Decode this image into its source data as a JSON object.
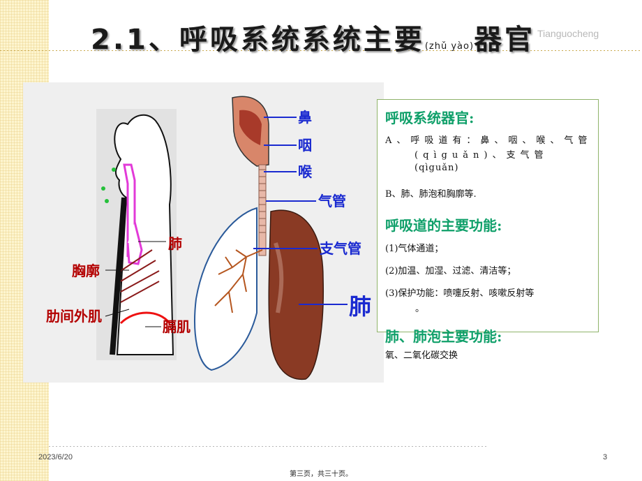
{
  "slide": {
    "title_main": "2.1、呼吸系统系统主要",
    "title_pinyin": "(zhǔ yào)",
    "title_end": "器官",
    "watermark": "Tianguocheng"
  },
  "diagram": {
    "labels": {
      "lung_left": "肺",
      "thorax": "胸廓",
      "intercostal": "肋间外肌",
      "diaphragm": "膈肌",
      "nose": "鼻",
      "pharynx": "咽",
      "larynx": "喉",
      "trachea": "气管",
      "bronchus": "支气管",
      "lung_right": "肺"
    }
  },
  "info": {
    "heading1": "呼吸系统器官:",
    "a_line1": "A、呼吸道有：鼻、咽、喉、气管",
    "a_line2": "(qìguǎn)、支气管",
    "a_line3": "(qìguǎn)",
    "b_line": "B、肺、肺泡和胸廓等.",
    "heading2": "呼吸道的主要功能:",
    "f1": "(1)气体通道；",
    "f2": "(2)加温、加湿、过滤、清洁等；",
    "f3": "(3)保护功能：喷嚏反射、咳嗽反射等",
    "f3_end": "。",
    "heading3": "肺、肺泡主要功能:",
    "exchange": "氧、二氧化碳交换"
  },
  "footer": {
    "date": "2023/6/20",
    "page_number": "3",
    "page_text": "第三页，共三十页。"
  }
}
